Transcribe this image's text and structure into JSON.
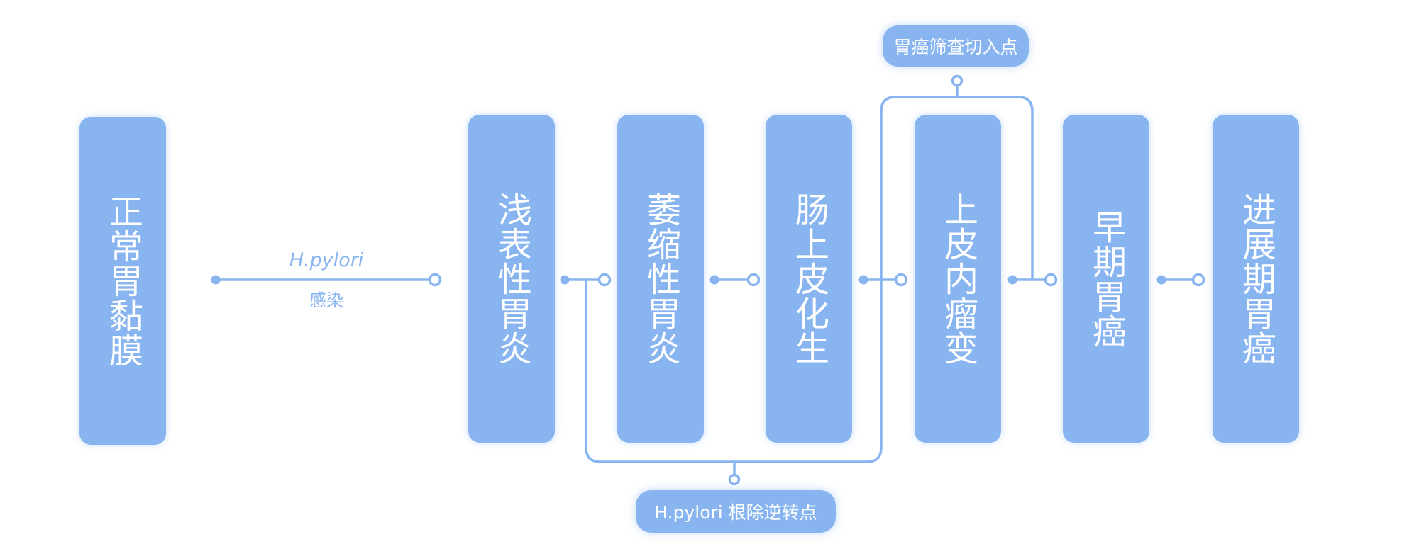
{
  "colors": {
    "accent": "#88b5f0",
    "text_on_accent": "#ffffff",
    "background": "#ffffff"
  },
  "stages": [
    {
      "label": "正常胃黏膜"
    },
    {
      "label": "浅表性胃炎"
    },
    {
      "label": "萎缩性胃炎"
    },
    {
      "label": "肠上皮化生"
    },
    {
      "label": "上皮内瘤变"
    },
    {
      "label": "早期胃癌"
    },
    {
      "label": "进展期胃癌"
    }
  ],
  "infection": {
    "label_top": "H.pylori",
    "label_bottom": "感染"
  },
  "callouts": {
    "screening_entry": "胃癌筛查切入点",
    "eradication_reversal": "H.pylori 根除逆转点"
  }
}
